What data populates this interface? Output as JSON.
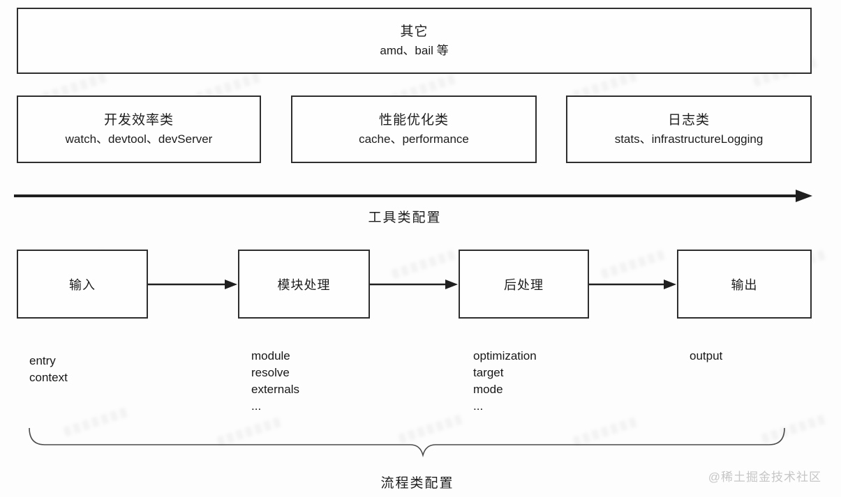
{
  "other_box": {
    "title": "其它",
    "subtitle": "amd、bail 等"
  },
  "category_boxes": [
    {
      "title": "开发效率类",
      "subtitle": "watch、devtool、devServer"
    },
    {
      "title": "性能优化类",
      "subtitle": "cache、performance"
    },
    {
      "title": "日志类",
      "subtitle": "stats、infrastructureLogging"
    }
  ],
  "tool_axis_label": "工具类配置",
  "flow": {
    "stages": [
      {
        "label": "输入",
        "props": [
          "entry",
          "context"
        ]
      },
      {
        "label": "模块处理",
        "props": [
          "module",
          "resolve",
          "externals",
          "..."
        ]
      },
      {
        "label": "后处理",
        "props": [
          "optimization",
          "target",
          "mode",
          "..."
        ]
      },
      {
        "label": "输出",
        "props": [
          "output"
        ]
      }
    ],
    "brace_label": "流程类配置"
  },
  "watermark_credit": "@稀土掘金技术社区",
  "colors": {
    "line": "#1f1f1f",
    "border": "#2e2e2e",
    "text": "#1c1c1c",
    "watermark": "#c6c6c6",
    "background": "#fdfdfd"
  }
}
